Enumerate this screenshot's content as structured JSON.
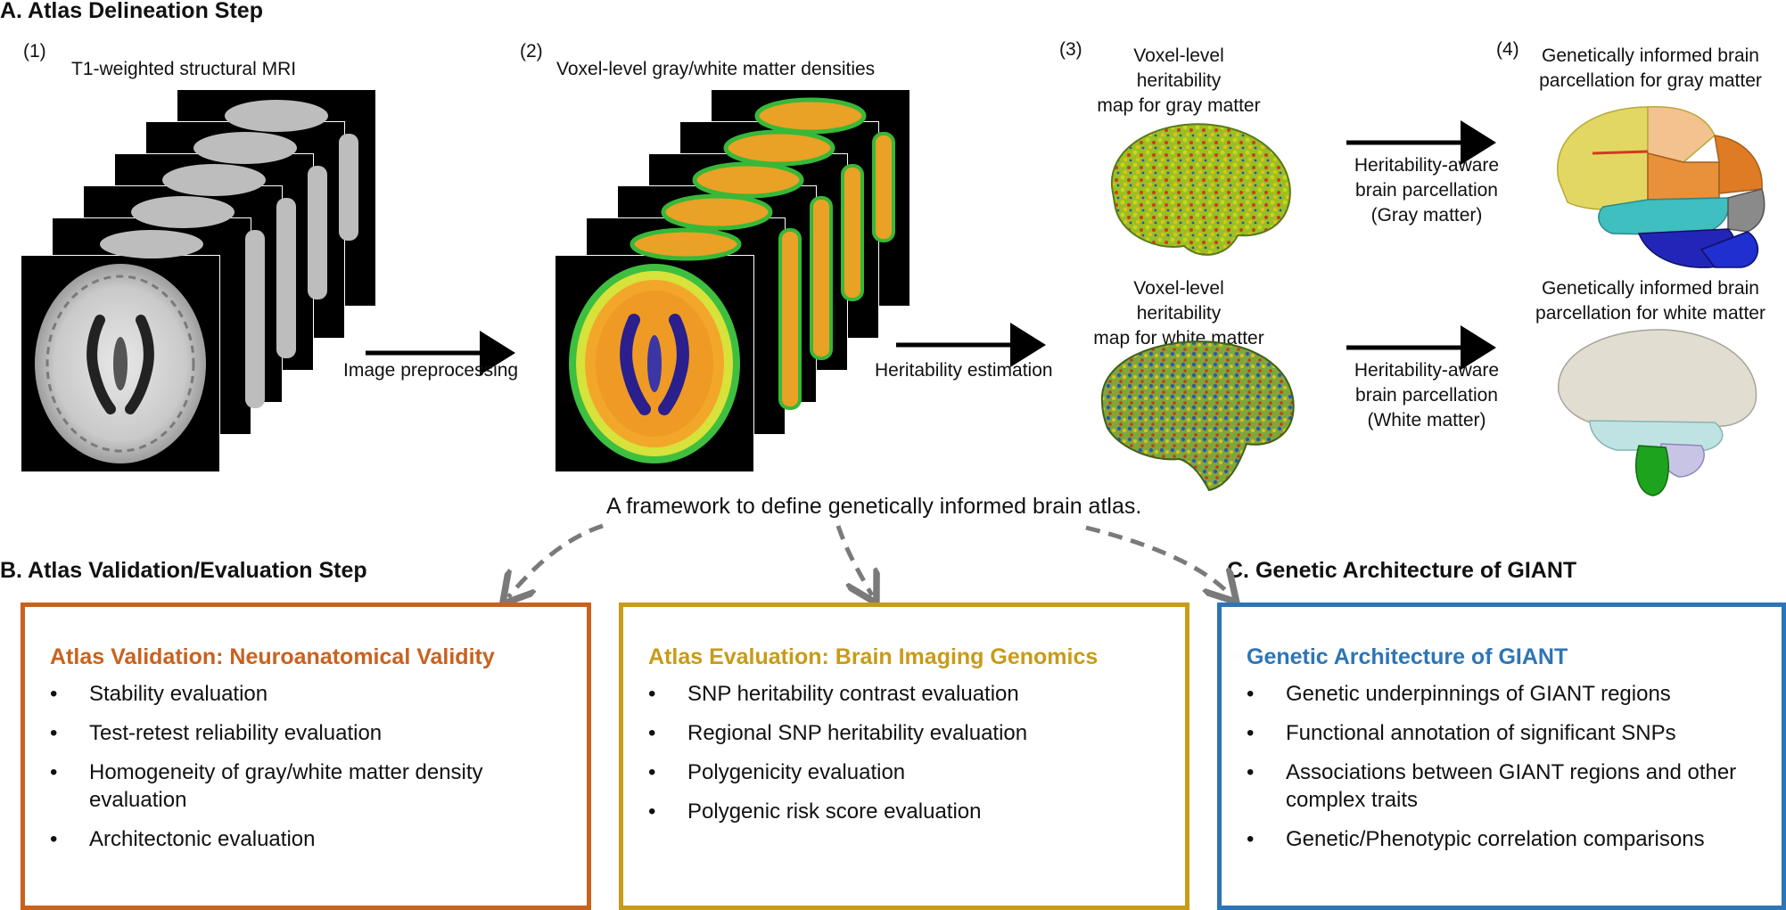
{
  "sectionA": {
    "title": "A. Atlas Delineation Step",
    "steps": [
      {
        "num": "(1)",
        "caption": "T1-weighted structural MRI"
      },
      {
        "num": "(2)",
        "caption": "Voxel-level gray/white matter densities"
      },
      {
        "num": "(3)",
        "caption_gray": "Voxel-level heritability\nmap for gray matter",
        "caption_white": "Voxel-level heritability\nmap for white matter"
      },
      {
        "num": "(4)",
        "caption_gray": "Genetically informed brain\nparcellation for gray matter",
        "caption_white": "Genetically informed brain\nparcellation for white matter"
      }
    ],
    "arrows": {
      "preprocessing": "Image preprocessing",
      "heritability": "Heritability estimation",
      "parcellation_gray": "Heritability-aware\nbrain parcellation\n(Gray matter)",
      "parcellation_white": "Heritability-aware\nbrain parcellation\n(White matter)"
    },
    "framework": "A framework to define genetically informed brain atlas."
  },
  "sectionB": {
    "title": "B. Atlas Validation/Evaluation Step"
  },
  "sectionC": {
    "title": "C. Genetic Architecture of GIANT"
  },
  "boxes": [
    {
      "title": "Atlas Validation: Neuroanatomical Validity",
      "color": "#c8621f",
      "items": [
        "Stability evaluation",
        "Test-retest reliability evaluation",
        "Homogeneity of gray/white matter density evaluation",
        "Architectonic evaluation"
      ]
    },
    {
      "title": "Atlas Evaluation: Brain Imaging Genomics",
      "color": "#c89b18",
      "items": [
        "SNP heritability contrast evaluation",
        "Regional SNP heritability evaluation",
        "Polygenicity evaluation",
        "Polygenic risk score evaluation"
      ]
    },
    {
      "title": "Genetic Architecture of GIANT",
      "color": "#2e75b6",
      "items": [
        "Genetic underpinnings of GIANT regions",
        "Functional annotation of significant SNPs",
        "Associations between GIANT regions and other complex traits",
        "Genetic/Phenotypic correlation comparisons"
      ]
    }
  ]
}
